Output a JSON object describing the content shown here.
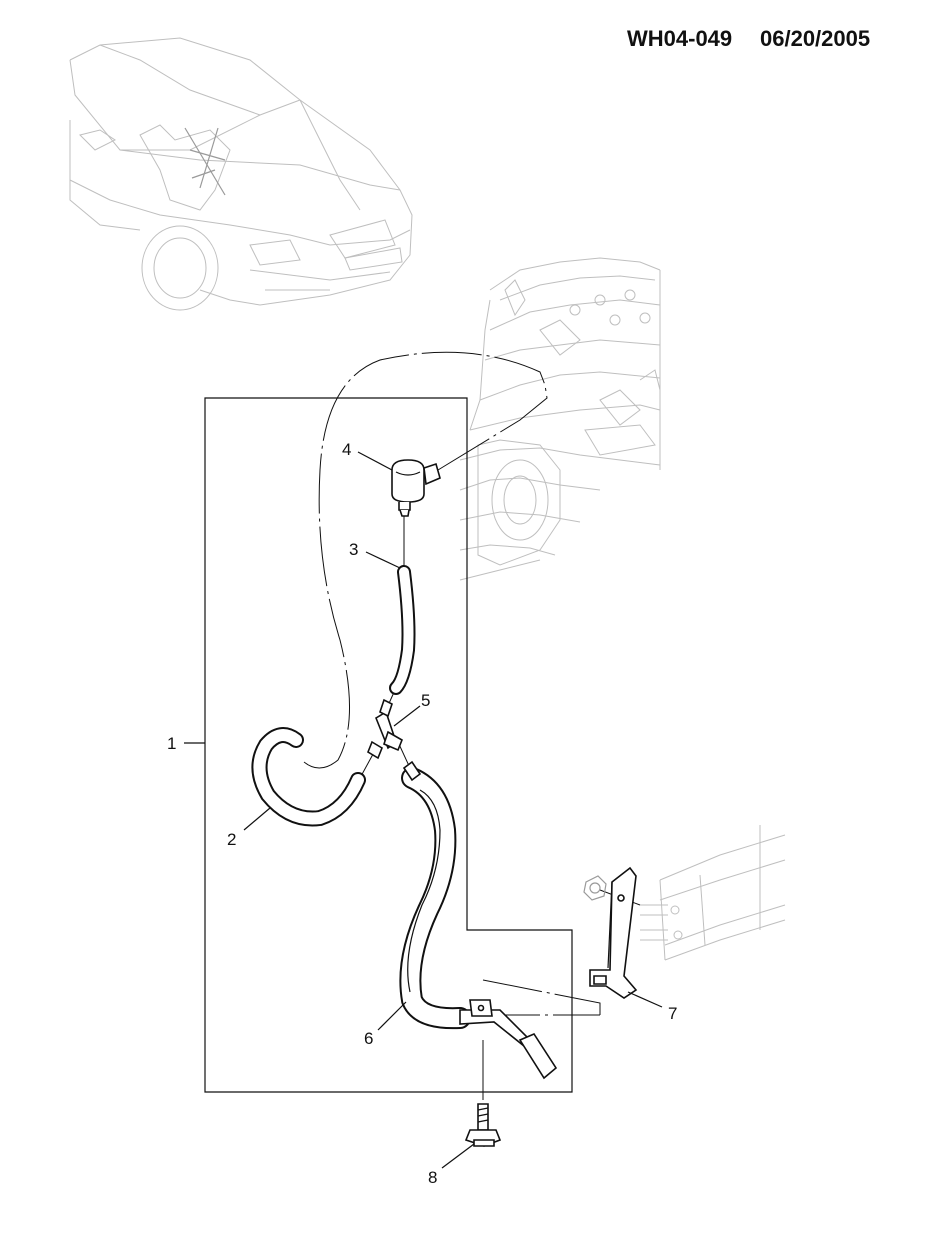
{
  "header": {
    "drawing_number": "WH04-049",
    "date": "06/20/2005"
  },
  "callouts": [
    {
      "id": "1",
      "label": "1"
    },
    {
      "id": "2",
      "label": "2"
    },
    {
      "id": "3",
      "label": "3"
    },
    {
      "id": "4",
      "label": "4"
    },
    {
      "id": "5",
      "label": "5"
    },
    {
      "id": "6",
      "label": "6"
    },
    {
      "id": "7",
      "label": "7"
    },
    {
      "id": "8",
      "label": "8"
    }
  ],
  "icons": {
    "vehicle": "vehicle-outline-icon",
    "engine": "engine-outline-icon",
    "frame_rail": "frame-rail-outline-icon"
  },
  "colors": {
    "line": "#111111",
    "ghost": "#bfbfbf",
    "background": "#ffffff"
  }
}
